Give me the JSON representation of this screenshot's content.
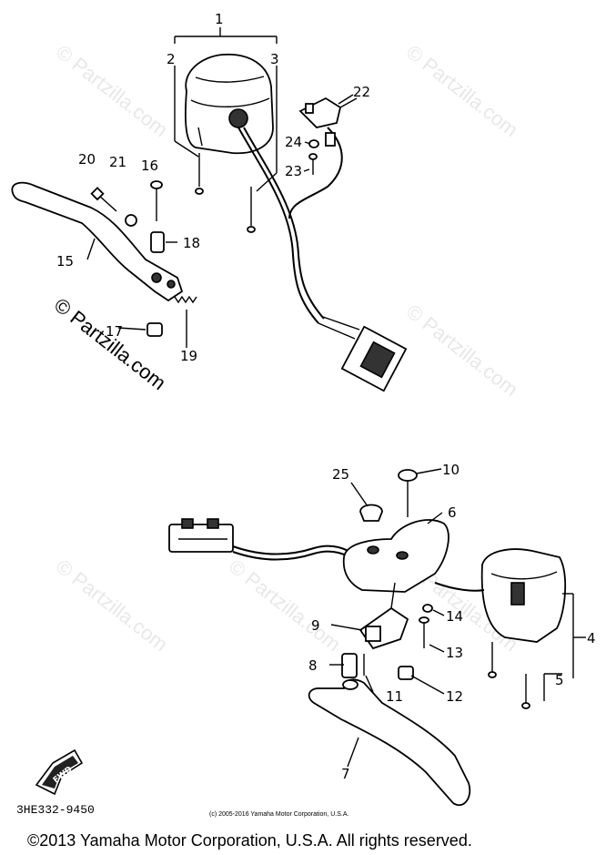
{
  "watermark": {
    "text": "© Partzilla.com",
    "text_dark": "© Partzilla.com"
  },
  "diagram_code": "3HE332-9450",
  "small_copyright": "(c) 2005-2016 Yamaha Motor Corporation, U.S.A.",
  "footer": "©2013 Yamaha Motor Corporation, U.S.A. All rights reserved.",
  "fwd_label": "FWD",
  "callouts": {
    "c1": "1",
    "c2": "2",
    "c3": "3",
    "c4": "4",
    "c5": "5",
    "c6": "6",
    "c7": "7",
    "c8": "8",
    "c9": "9",
    "c10": "10",
    "c11": "11",
    "c12": "12",
    "c13": "13",
    "c14": "14",
    "c15": "15",
    "c16": "16",
    "c17": "17",
    "c18": "18",
    "c19": "19",
    "c20": "20",
    "c21": "21",
    "c22": "22",
    "c23": "23",
    "c24": "24",
    "c25": "25"
  }
}
